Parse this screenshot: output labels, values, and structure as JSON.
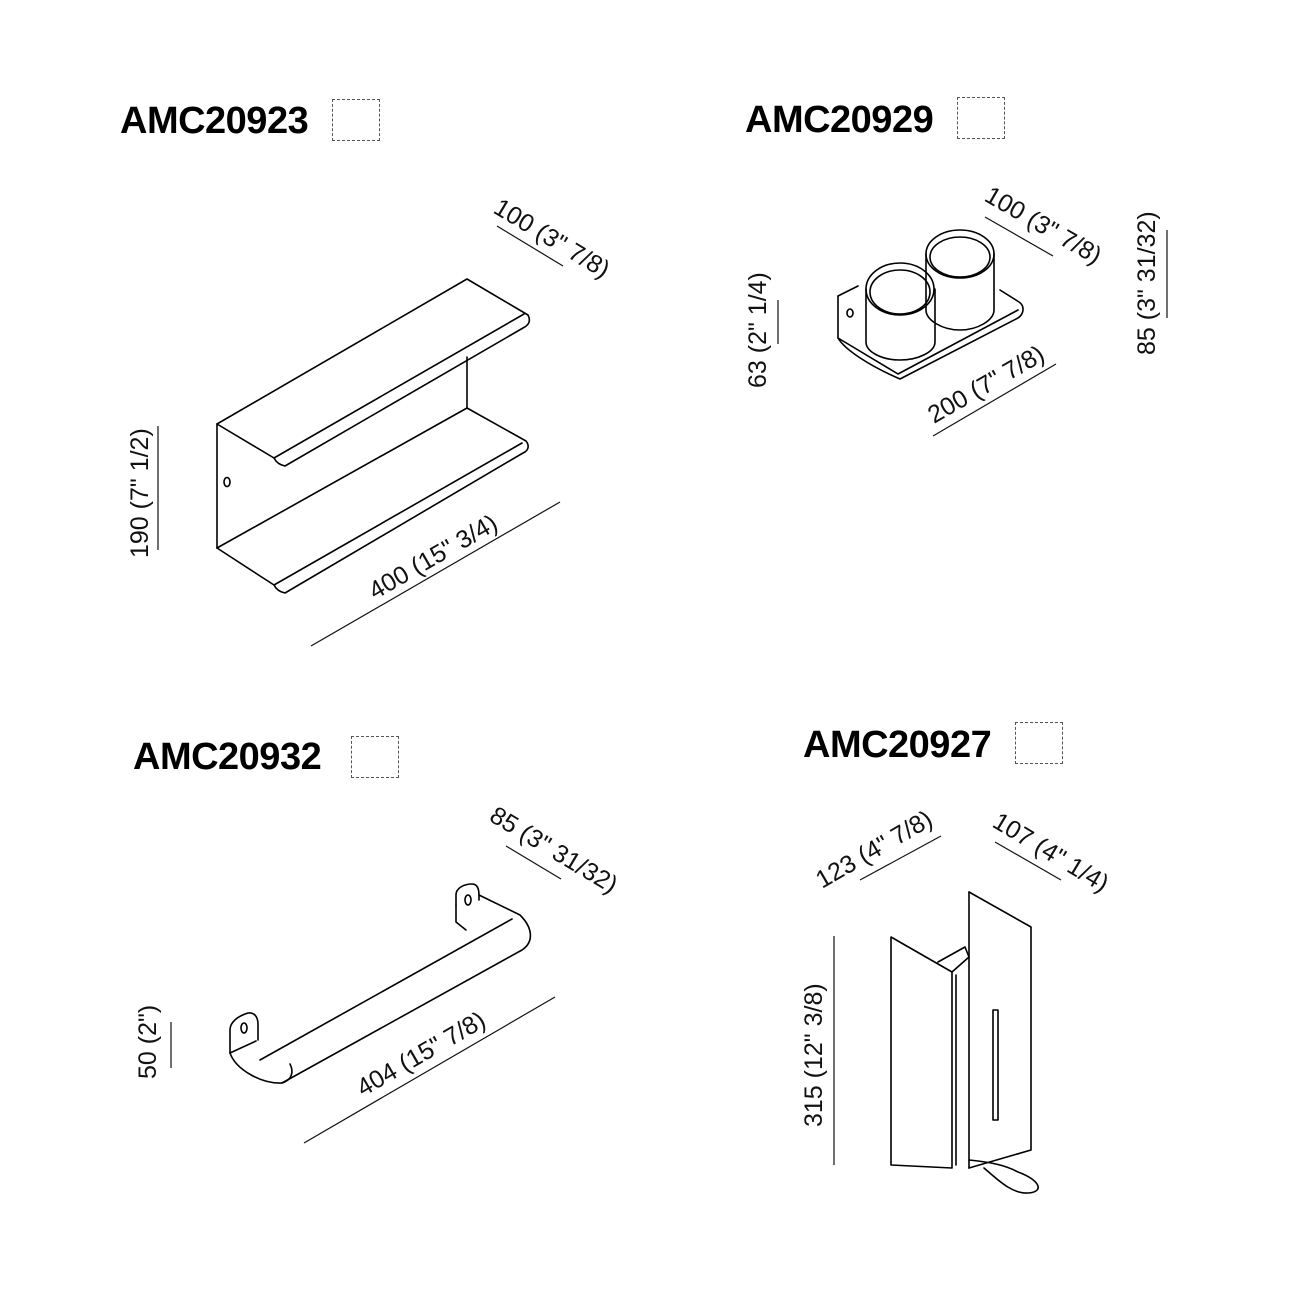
{
  "products": {
    "p1": {
      "code": "AMC20923",
      "width": "400 (15\" 3/4)",
      "depth": "100 (3\" 7/8)",
      "height": "190 (7\" 1/2)"
    },
    "p2": {
      "code": "AMC20929",
      "depth": "100 (3\" 7/8)",
      "height_total": "85 (3\" 31/32)",
      "height_cup": "63 (2\" 1/4)",
      "width": "200 (7\" 7/8)"
    },
    "p3": {
      "code": "AMC20932",
      "depth": "85 (3\" 31/32)",
      "height": "50 (2\")",
      "width": "404 (15\" 7/8)"
    },
    "p4": {
      "code": "AMC20927",
      "width": "123 (4\" 7/8)",
      "depth": "107 (4\" 1/4)",
      "height": "315 (12\" 3/8)"
    }
  }
}
